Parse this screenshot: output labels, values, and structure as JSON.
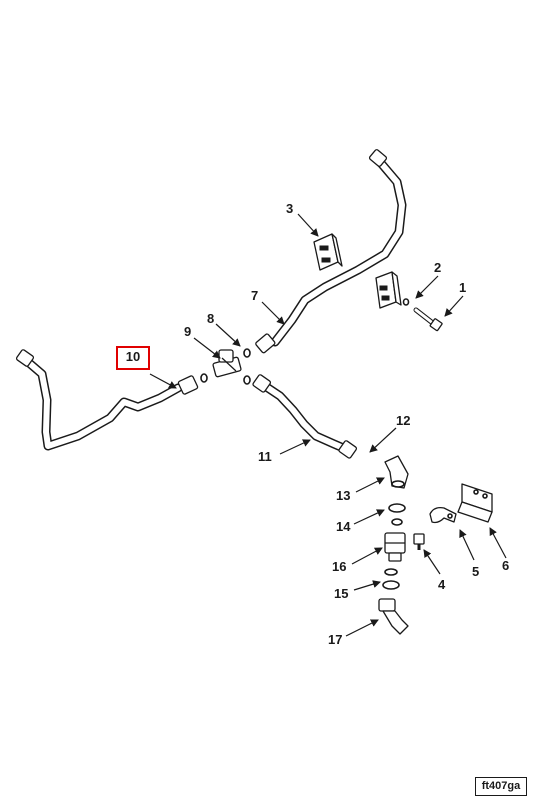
{
  "callouts": {
    "c1": "1",
    "c2": "2",
    "c3": "3",
    "c4": "4",
    "c5": "5",
    "c6": "6",
    "c7": "7",
    "c8": "8",
    "c9": "9",
    "c10": "10",
    "c11": "11",
    "c12": "12",
    "c13": "13",
    "c14": "14",
    "c15": "15",
    "c16": "16",
    "c17": "17"
  },
  "highlighted_callout": "10",
  "highlight_color": "#e00000",
  "figure_id": "ft407ga"
}
